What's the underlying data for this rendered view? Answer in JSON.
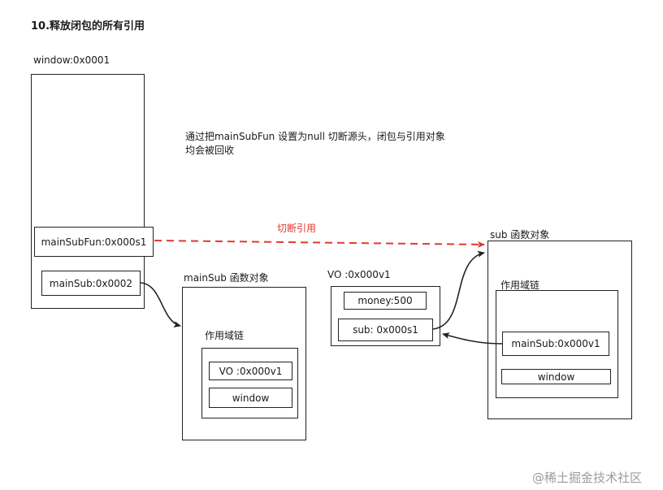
{
  "title": "10.释放闭包的所有引用",
  "window_label": "window:0x0001",
  "window_vars": {
    "mainSubFun": "mainSubFun:0x000s1",
    "mainSub": "mainSub:0x0002"
  },
  "note": "通过把mainSubFun 设置为null 切断源头，闭包与引用对象均会被回收",
  "cut_label": "切断引用",
  "mainsub_fn": {
    "label": "mainSub 函数对象",
    "scope_label": "作用域链",
    "items": [
      "VO :0x000v1",
      "window"
    ]
  },
  "vo": {
    "label": "VO :0x000v1",
    "items": [
      "money:500",
      "sub: 0x000s1"
    ]
  },
  "sub_fn": {
    "label": "sub 函数对象",
    "scope_label": "作用域链",
    "items": [
      "mainSub:0x000v1",
      "window"
    ]
  },
  "watermark": "@稀土掘金技术社区",
  "colors": {
    "line": "#222222",
    "cut": "#e03a2f"
  }
}
